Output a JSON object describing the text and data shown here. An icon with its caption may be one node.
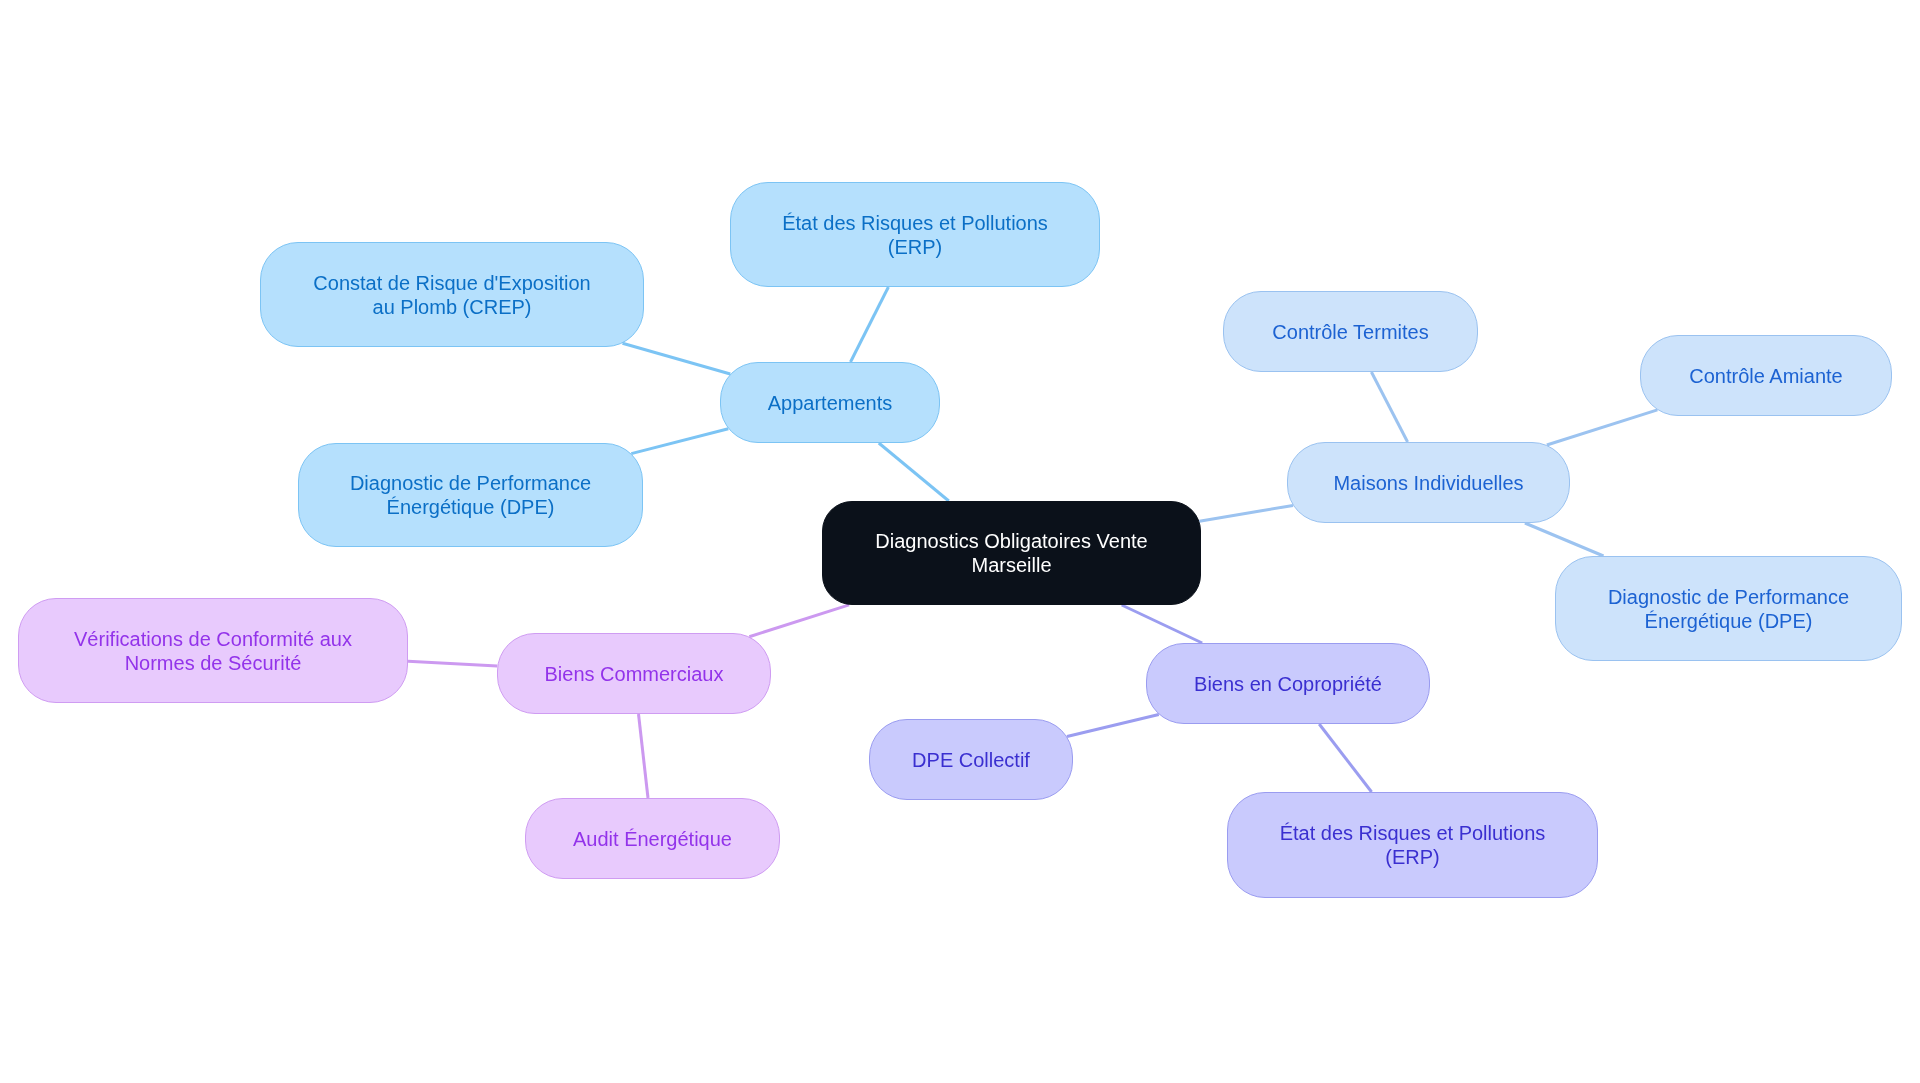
{
  "diagram": {
    "nodes": [
      {
        "text": [
          "Diagnostics Obligatoires Vente Marseille"
        ]
      },
      {
        "text": [
          "Appartements"
        ]
      },
      {
        "text": [
          "État des Risques et Pollutions (ERP)"
        ]
      },
      {
        "text": [
          "Constat de Risque d'Exposition au Plomb (CREP)"
        ]
      },
      {
        "text": [
          "Diagnostic de Performance Énergétique (DPE)"
        ]
      },
      {
        "text": [
          "Maisons Individuelles"
        ]
      },
      {
        "text": [
          "Contrôle Termites"
        ]
      },
      {
        "text": [
          "Contrôle Amiante"
        ]
      },
      {
        "text": [
          "Diagnostic de Performance Énergétique (DPE)"
        ]
      },
      {
        "text": [
          "Biens en Copropriété"
        ]
      },
      {
        "text": [
          "DPE Collectif"
        ]
      },
      {
        "text": [
          "État des Risques et Pollutions (ERP)"
        ]
      },
      {
        "text": [
          "Biens Commerciaux"
        ]
      },
      {
        "text": [
          "Vérifications de Conformité aux Normes de Sécurité"
        ]
      },
      {
        "text": [
          "Audit Énergétique"
        ]
      }
    ],
    "edges": [
      {
        "from": 0,
        "to": 1,
        "arrow": "none"
      },
      {
        "from": 1,
        "to": 2,
        "arrow": "none"
      },
      {
        "from": 1,
        "to": 3,
        "arrow": "none"
      },
      {
        "from": 1,
        "to": 4,
        "arrow": "none"
      },
      {
        "from": 0,
        "to": 5,
        "arrow": "none",
        "color": "#9cc3f0"
      },
      {
        "from": 5,
        "to": 6,
        "arrow": "none",
        "color": "#9cc3f0"
      },
      {
        "from": 5,
        "to": 7,
        "arrow": "none",
        "color": "#9cc3f0"
      },
      {
        "from": 5,
        "to": 8,
        "arrow": "none",
        "color": "#9cc3f0"
      },
      {
        "from": 0,
        "to": 9,
        "arrow": "none",
        "color": "#9b9df0"
      },
      {
        "from": 9,
        "to": 10,
        "arrow": "none",
        "color": "#9b9df0"
      },
      {
        "from": 9,
        "to": 11,
        "arrow": "none",
        "color": "#9b9df0"
      },
      {
        "from": 0,
        "to": 12,
        "arrow": "none",
        "color": "#cc99f0"
      },
      {
        "from": 12,
        "to": 13,
        "arrow": "none",
        "color": "#cc99f0"
      },
      {
        "from": 12,
        "to": 14,
        "arrow": "none",
        "color": "#cc99f0"
      }
    ]
  }
}
